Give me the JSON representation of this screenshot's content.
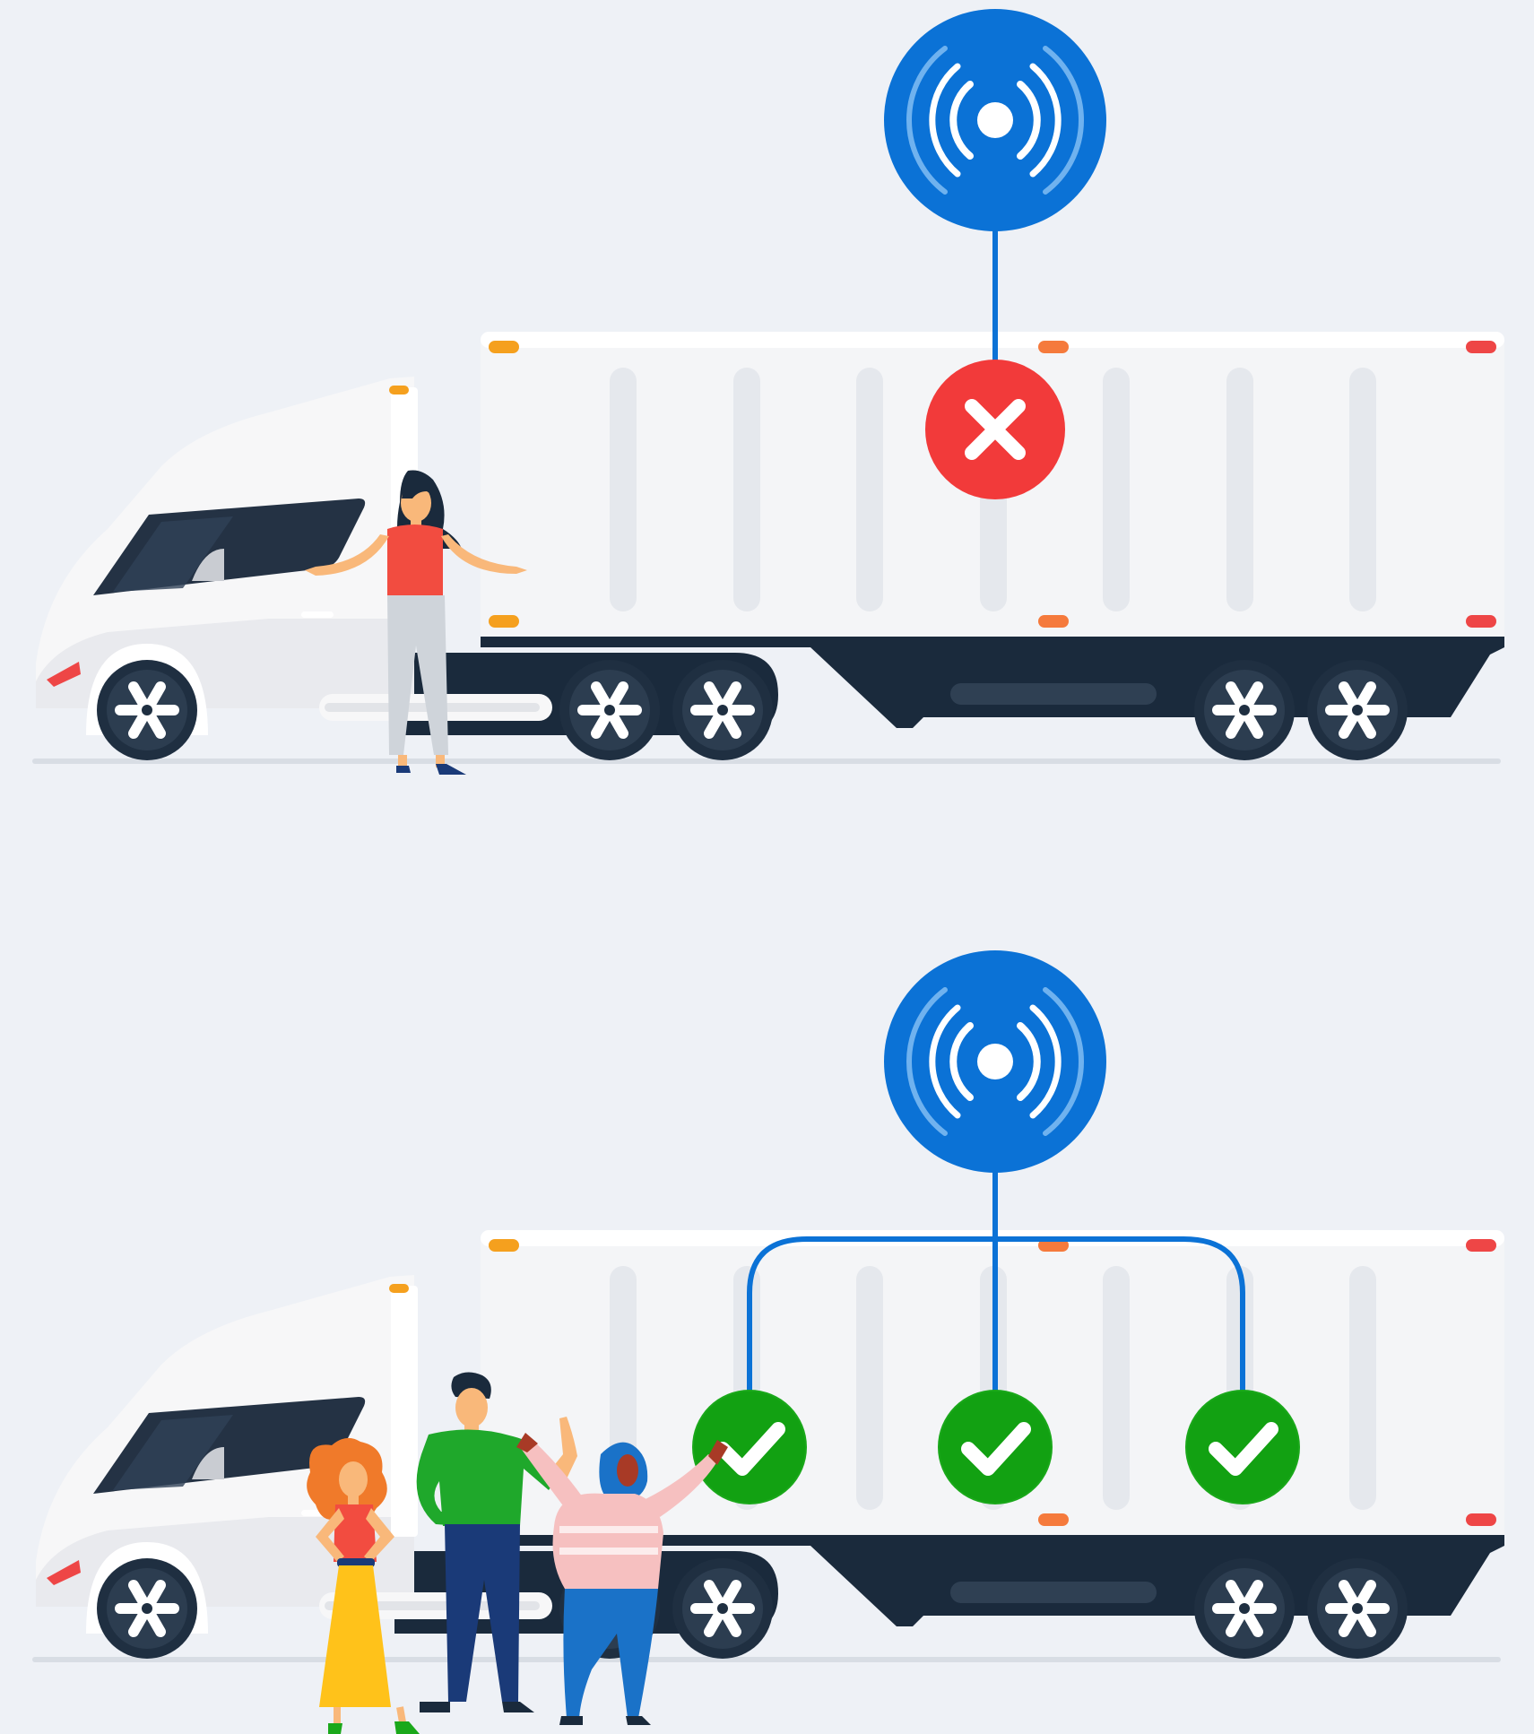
{
  "colors": {
    "background": "#eef1f6",
    "signal_blue": "#0b72d6",
    "signal_light": "#6fb2ef",
    "connector_blue": "#0b72d6",
    "error_red": "#f23a3a",
    "success_green": "#1aa81a",
    "trailer_white": "#f4f5f7",
    "trailer_rib": "#e5e8ed",
    "chassis_navy": "#1a2a3c",
    "wheel_navy": "#1f2f41",
    "cab_white": "#f7f7f8",
    "window_dark": "#243244",
    "marker_orange": "#f5a01e",
    "marker_red": "#ee4646",
    "ground": "#d8dde4"
  },
  "scenes": [
    {
      "id": "single-connection",
      "signal_icon": "wireless-broadcast-icon",
      "status_icons": [
        "error-x-icon"
      ],
      "people": [
        "woman-red-top"
      ]
    },
    {
      "id": "multiple-connections",
      "signal_icon": "wireless-broadcast-icon",
      "status_icons": [
        "success-check-icon",
        "success-check-icon",
        "success-check-icon"
      ],
      "people": [
        "woman-yellow-skirt",
        "man-green-shirt",
        "woman-hijab-pink-top"
      ]
    }
  ]
}
